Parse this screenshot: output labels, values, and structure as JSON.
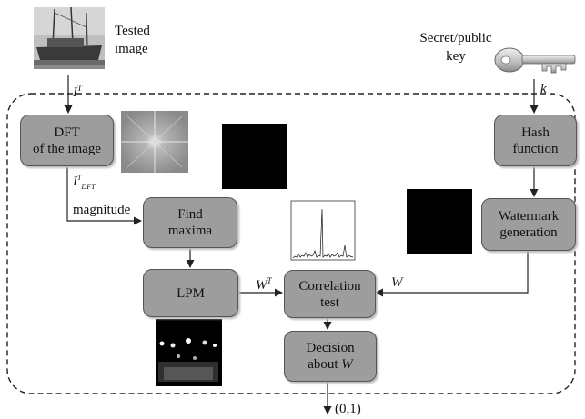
{
  "inputs": {
    "tested_image_label": [
      "Tested",
      "image"
    ],
    "key_label": [
      "Secret/public",
      "key"
    ]
  },
  "blocks": {
    "dft": [
      "DFT",
      "of the image"
    ],
    "hash": [
      "Hash",
      "function"
    ],
    "find_maxima": [
      "Find",
      "maxima"
    ],
    "watermark_gen": [
      "Watermark",
      "generation"
    ],
    "lpm": "LPM",
    "correlation": [
      "Correlation",
      "test"
    ],
    "decision": [
      "Decision",
      "about W"
    ]
  },
  "edge_labels": {
    "it": "I",
    "it_sup": "T",
    "idft": "I",
    "idft_sup": "T",
    "idft_sub": "DFT",
    "k": "k",
    "magnitude": "magnitude",
    "wt": "W",
    "wt_sup": "T",
    "w": "W",
    "output": "(0,1)"
  },
  "colors": {
    "block_fill": "#9d9d9d",
    "block_border": "#555555",
    "line": "#222222"
  }
}
